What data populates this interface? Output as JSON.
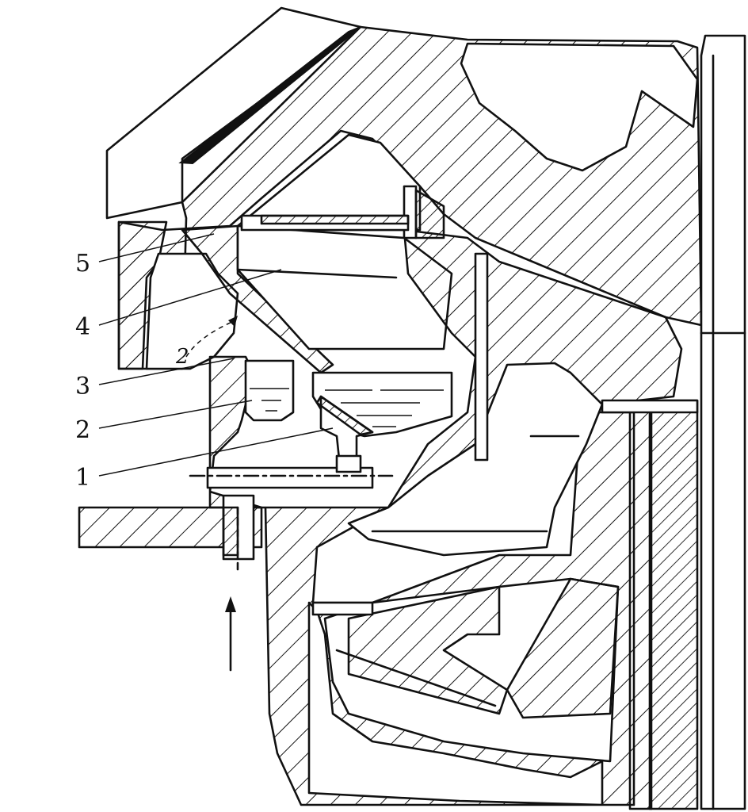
{
  "callouts": [
    {
      "id": "1",
      "text": "1"
    },
    {
      "id": "2",
      "text": "2"
    },
    {
      "id": "3",
      "text": "3"
    },
    {
      "id": "4",
      "text": "4"
    },
    {
      "id": "5",
      "text": "5"
    }
  ],
  "annotation": {
    "text": "2"
  },
  "colors": {
    "ink": "#111111",
    "background": "#ffffff"
  }
}
